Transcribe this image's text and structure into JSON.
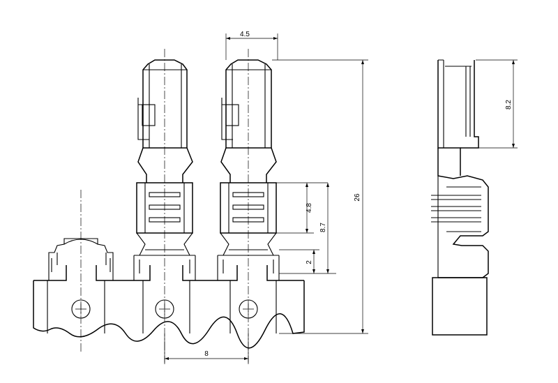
{
  "drawing": {
    "dimensions": {
      "width_top": "4.5",
      "total_length": "26",
      "barrel_length": "4.8",
      "barrel_to_tab": "8.7",
      "tab_length": "2",
      "pitch": "8",
      "side_length": "8.2"
    }
  }
}
